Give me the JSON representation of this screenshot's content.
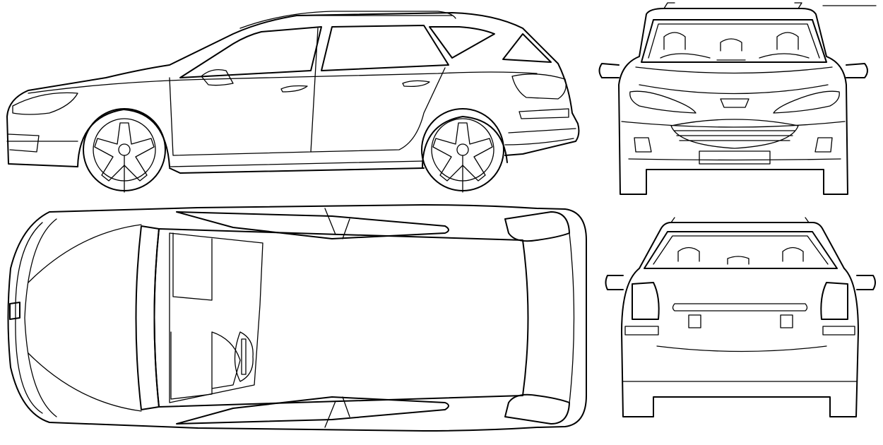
{
  "drawing": {
    "views": [
      "side",
      "front",
      "top",
      "rear"
    ]
  }
}
